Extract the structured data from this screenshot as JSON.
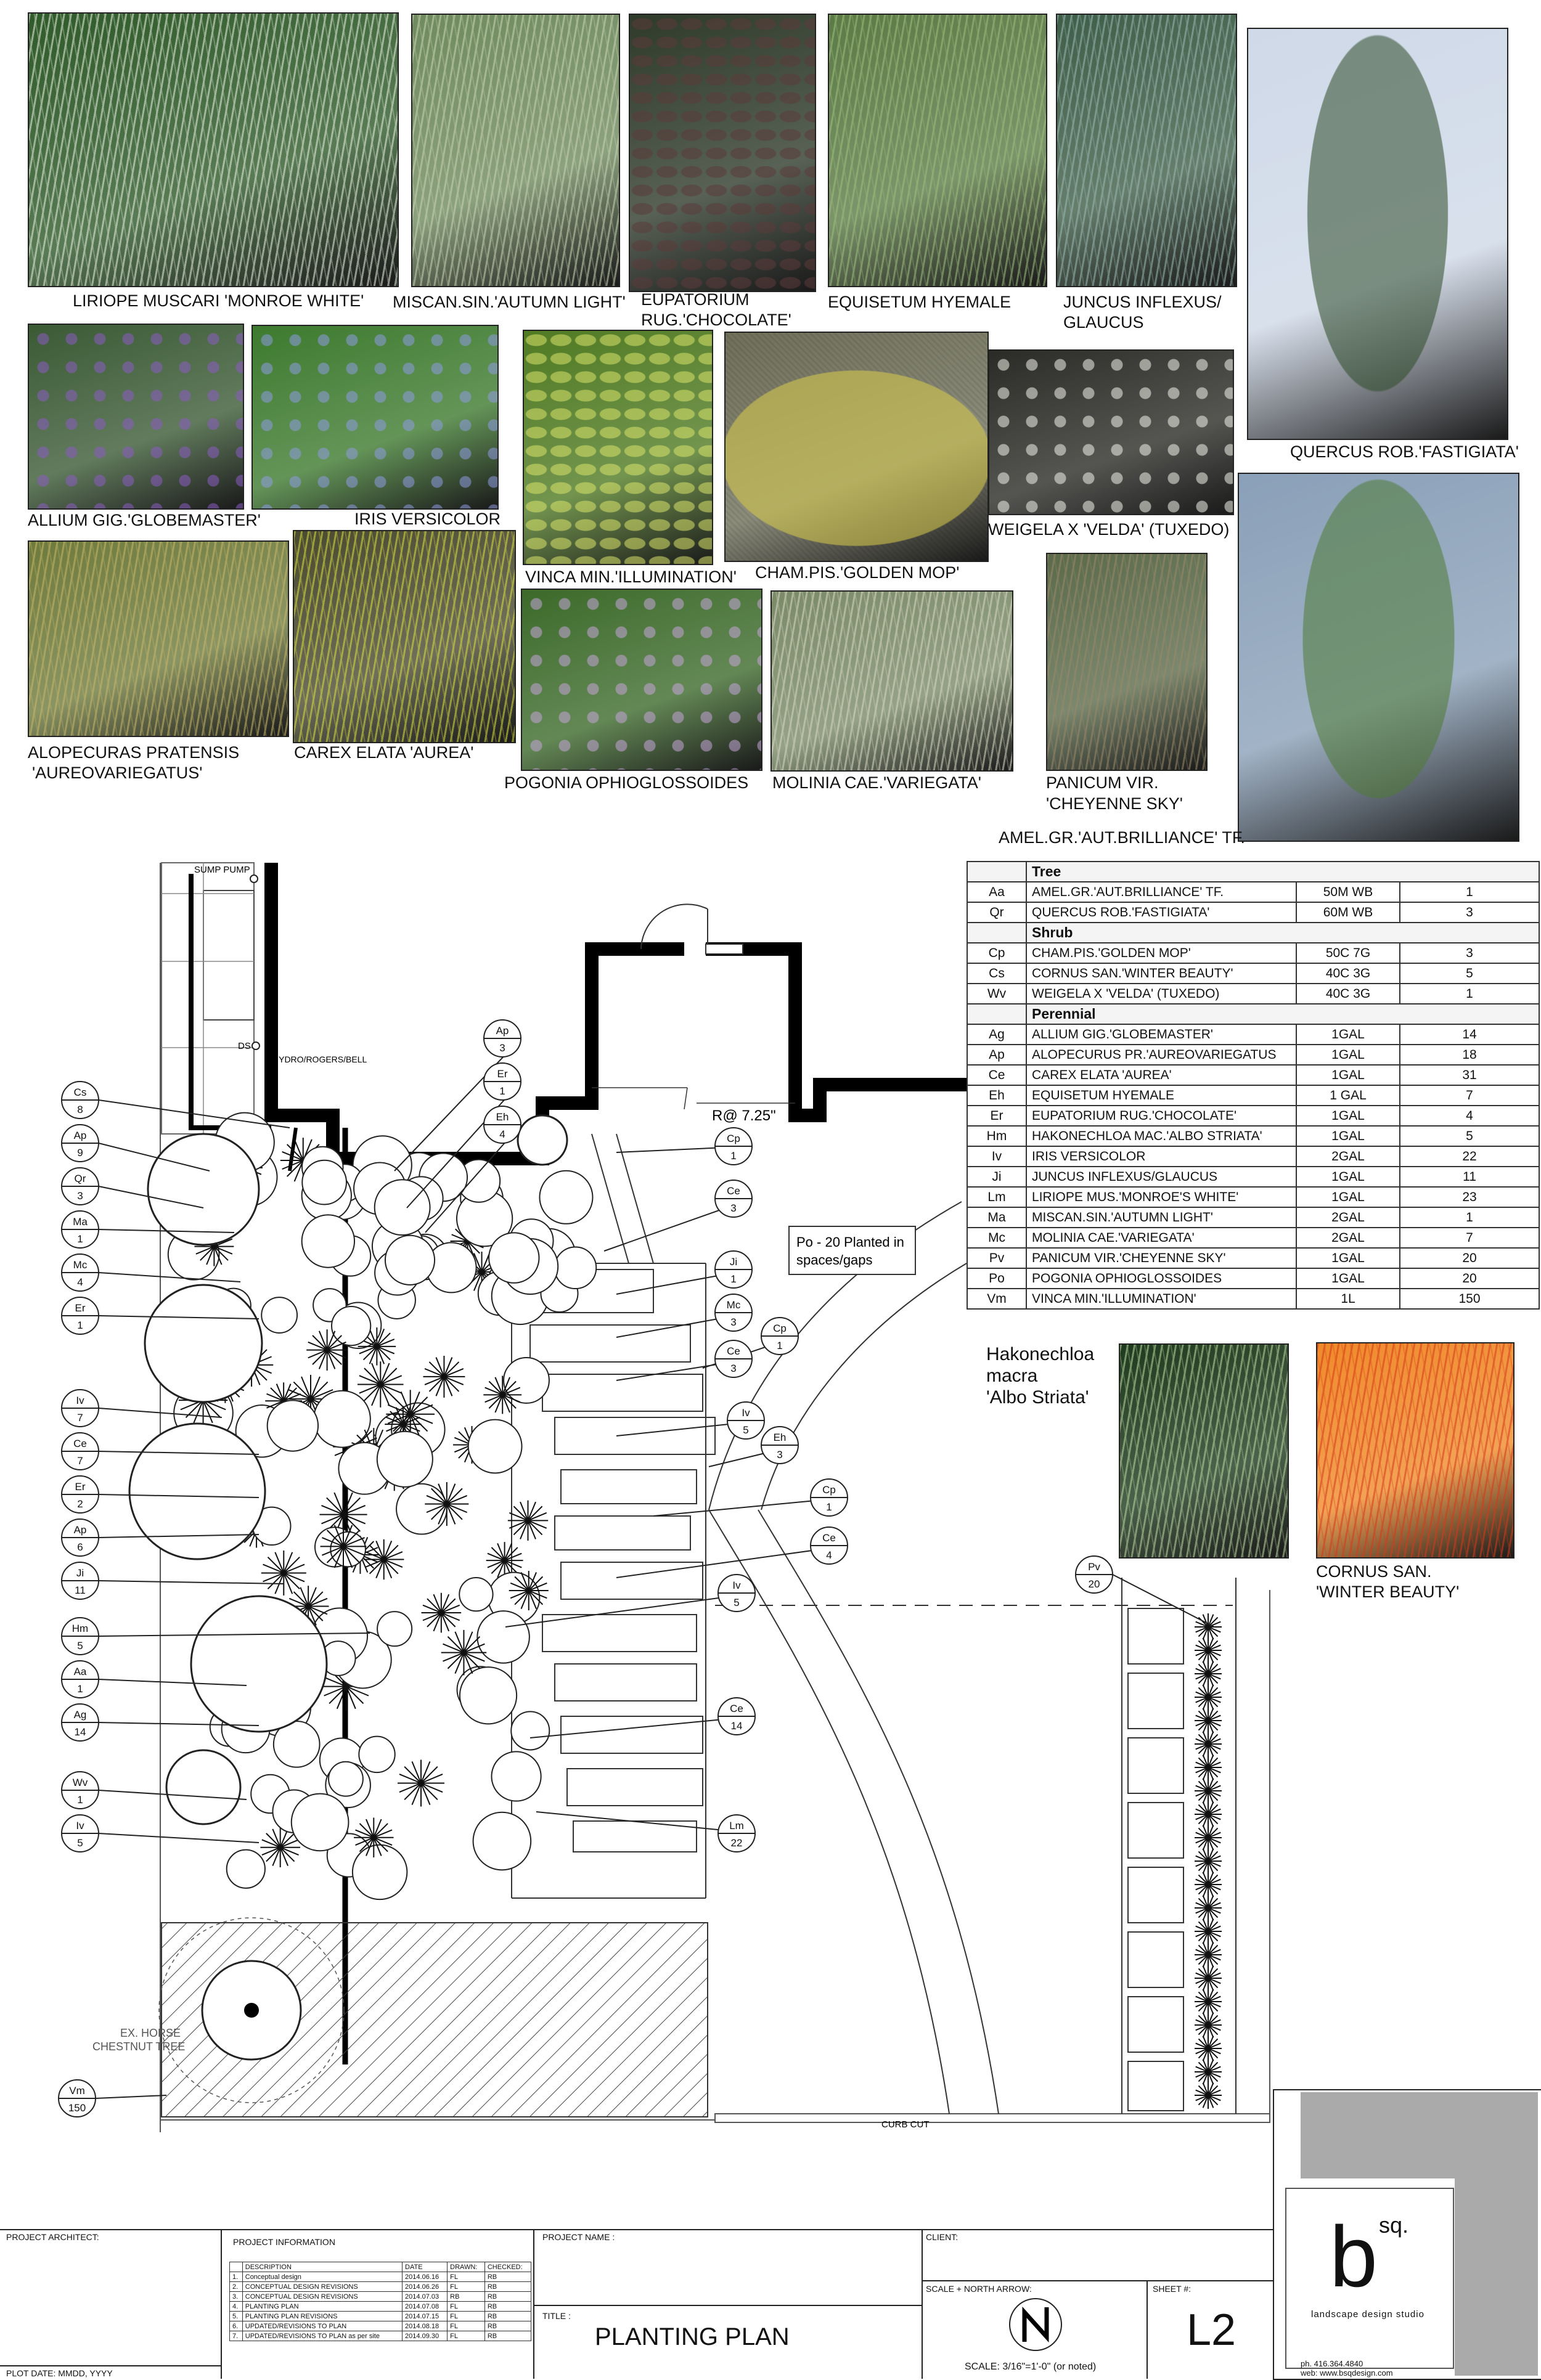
{
  "photos": [
    {
      "id": "liriope",
      "caption": "LIRIOPE MUSCARI 'MONROE WHITE'",
      "bg": "#2f5a2a",
      "fg": "#e8f0e0"
    },
    {
      "id": "miscanthus",
      "caption": "MISCAN.SIN.'AUTUMN LIGHT'",
      "bg": "#6f8a5e",
      "fg": "#c9d4b5"
    },
    {
      "id": "eupatorium",
      "caption_lines": [
        "EUPATORIUM",
        "RUG.'CHOCOLATE'"
      ],
      "bg": "#2e3a2a",
      "fg": "#5b3a3a"
    },
    {
      "id": "equisetum",
      "caption": "EQUISETUM HYEMALE",
      "bg": "#5b7a45",
      "fg": "#9fbf7f"
    },
    {
      "id": "juncus",
      "caption_lines": [
        "JUNCUS INFLEXUS/",
        "GLAUCUS"
      ],
      "bg": "#3f5e48",
      "fg": "#9bb9b4"
    },
    {
      "id": "quercus",
      "caption": "QUERCUS ROB.'FASTIGIATA'",
      "bg": "#cfd9e8",
      "fg": "#2d4a28"
    },
    {
      "id": "allium",
      "caption": "ALLIUM GIG.'GLOBEMASTER'",
      "bg": "#3a5a34",
      "fg": "#8a5bc2"
    },
    {
      "id": "iris",
      "caption": "IRIS VERSICOLOR",
      "bg": "#3d7a2e",
      "fg": "#8d9ae0"
    },
    {
      "id": "vinca",
      "caption": "VINCA MIN.'ILLUMINATION'",
      "bg": "#4f7a22",
      "fg": "#d9e36a"
    },
    {
      "id": "chamaecyparis",
      "caption": "CHAM.PIS.'GOLDEN MOP'",
      "bg": "#6f6f5a",
      "fg": "#d8cc4a"
    },
    {
      "id": "weigela",
      "caption": "WEIGELA X 'VELDA' (TUXEDO)",
      "bg": "#2a2a26",
      "fg": "#f2f2ea"
    },
    {
      "id": "amelanchier",
      "caption": "AMEL.GR.'AUT.BRILLIANCE' TF.",
      "bg": "#8aa0b8",
      "fg": "#4e7a34"
    },
    {
      "id": "alopecurus",
      "caption_lines": [
        "ALOPECURAS PRATENSIS",
        "'AUREOVARIEGATUS'"
      ],
      "bg": "#6e7a3c",
      "fg": "#c8b86a"
    },
    {
      "id": "carex",
      "caption": "CAREX ELATA 'AUREA'",
      "bg": "#4a4a30",
      "fg": "#d8e040"
    },
    {
      "id": "pogonia",
      "caption": "POGONIA OPHIOGLOSSOIDES",
      "bg": "#3c6a2a",
      "fg": "#c4a4d8"
    },
    {
      "id": "molinia",
      "caption": "MOLINIA CAE.'VARIEGATA'",
      "bg": "#7a8a68",
      "fg": "#d8d8c2"
    },
    {
      "id": "panicum",
      "caption_lines": [
        "PANICUM VIR.",
        "'CHEYENNE SKY'"
      ],
      "bg": "#5a6a4a",
      "fg": "#9a8a6a"
    },
    {
      "id": "hakonechloa",
      "caption_lines": [
        "Hakonechloa",
        "macra",
        "'Albo Striata'"
      ],
      "bg": "#1e3a1e",
      "fg": "#bcd8a0"
    },
    {
      "id": "cornus",
      "caption_lines": [
        "CORNUS SAN.",
        "'WINTER BEAUTY'"
      ],
      "bg": "#f08a2a",
      "fg": "#d63a1a"
    }
  ],
  "schedule": {
    "sections": [
      {
        "title": "Tree",
        "rows": [
          {
            "code": "Aa",
            "name": "AMEL.GR.'AUT.BRILLIANCE' TF.",
            "size": "50M WB",
            "qty": "1"
          },
          {
            "code": "Qr",
            "name": "QUERCUS ROB.'FASTIGIATA'",
            "size": "60M WB",
            "qty": "3"
          }
        ]
      },
      {
        "title": "Shrub",
        "rows": [
          {
            "code": "Cp",
            "name": "CHAM.PIS.'GOLDEN MOP'",
            "size": "50C 7G",
            "qty": "3"
          },
          {
            "code": "Cs",
            "name": "CORNUS SAN.'WINTER BEAUTY'",
            "size": "40C 3G",
            "qty": "5"
          },
          {
            "code": "Wv",
            "name": "WEIGELA X 'VELDA' (TUXEDO)",
            "size": "40C 3G",
            "qty": "1"
          }
        ]
      },
      {
        "title": "Perennial",
        "rows": [
          {
            "code": "Ag",
            "name": "ALLIUM GIG.'GLOBEMASTER'",
            "size": "1GAL",
            "qty": "14"
          },
          {
            "code": "Ap",
            "name": "ALOPECURUS PR.'AUREOVARIEGATUS",
            "size": "1GAL",
            "qty": "18"
          },
          {
            "code": "Ce",
            "name": "CAREX ELATA 'AUREA'",
            "size": "1GAL",
            "qty": "31"
          },
          {
            "code": "Eh",
            "name": "EQUISETUM HYEMALE",
            "size": "1 GAL",
            "qty": "7"
          },
          {
            "code": "Er",
            "name": "EUPATORIUM RUG.'CHOCOLATE'",
            "size": "1GAL",
            "qty": "4"
          },
          {
            "code": "Hm",
            "name": "HAKONECHLOA MAC.'ALBO STRIATA'",
            "size": "1GAL",
            "qty": "5"
          },
          {
            "code": "Iv",
            "name": "IRIS VERSICOLOR",
            "size": "2GAL",
            "qty": "22"
          },
          {
            "code": "Ji",
            "name": "JUNCUS INFLEXUS/GLAUCUS",
            "size": "1GAL",
            "qty": "11"
          },
          {
            "code": "Lm",
            "name": "LIRIOPE MUS.'MONROE'S WHITE'",
            "size": "1GAL",
            "qty": "23"
          },
          {
            "code": "Ma",
            "name": "MISCAN.SIN.'AUTUMN LIGHT'",
            "size": "2GAL",
            "qty": "1"
          },
          {
            "code": "Mc",
            "name": "MOLINIA CAE.'VARIEGATA'",
            "size": "2GAL",
            "qty": "7"
          },
          {
            "code": "Pv",
            "name": "PANICUM VIR.'CHEYENNE SKY'",
            "size": "1GAL",
            "qty": "20"
          },
          {
            "code": "Po",
            "name": "POGONIA OPHIOGLOSSOIDES",
            "size": "1GAL",
            "qty": "20"
          },
          {
            "code": "Vm",
            "name": "VINCA MIN.'ILLUMINATION'",
            "size": "1L",
            "qty": "150"
          }
        ]
      }
    ]
  },
  "plan": {
    "labels": {
      "sump_pump": "SUMP PUMP",
      "ds": "DS",
      "hydro": "HYDRO/ROGERS/BELL",
      "radius": "R@ 7.25\"",
      "note_lines": [
        "Po - 20 Planted in",
        "spaces/gaps"
      ],
      "tree_lines": [
        "EX. HORSE",
        "CHESTNUT TREE"
      ],
      "curb": "CURB CUT"
    },
    "tags": [
      {
        "code": "Cs",
        "qty": "8"
      },
      {
        "code": "Ap",
        "qty": "9"
      },
      {
        "code": "Qr",
        "qty": "3"
      },
      {
        "code": "Ma",
        "qty": "1"
      },
      {
        "code": "Mc",
        "qty": "4"
      },
      {
        "code": "Er",
        "qty": "1"
      },
      {
        "code": "Iv",
        "qty": "7"
      },
      {
        "code": "Ce",
        "qty": "7"
      },
      {
        "code": "Er",
        "qty": "2"
      },
      {
        "code": "Ap",
        "qty": "6"
      },
      {
        "code": "Ji",
        "qty": "11"
      },
      {
        "code": "Hm",
        "qty": "5"
      },
      {
        "code": "Aa",
        "qty": "1"
      },
      {
        "code": "Ag",
        "qty": "14"
      },
      {
        "code": "Wv",
        "qty": "1"
      },
      {
        "code": "Iv",
        "qty": "5"
      },
      {
        "code": "Vm",
        "qty": "150"
      },
      {
        "code": "Ap",
        "qty": "3"
      },
      {
        "code": "Er",
        "qty": "1"
      },
      {
        "code": "Eh",
        "qty": "4"
      },
      {
        "code": "Cp",
        "qty": "1"
      },
      {
        "code": "Ce",
        "qty": "3"
      },
      {
        "code": "Ji",
        "qty": "1"
      },
      {
        "code": "Mc",
        "qty": "3"
      },
      {
        "code": "Cp",
        "qty": "1"
      },
      {
        "code": "Ce",
        "qty": "3"
      },
      {
        "code": "Iv",
        "qty": "5"
      },
      {
        "code": "Eh",
        "qty": "3"
      },
      {
        "code": "Cp",
        "qty": "1"
      },
      {
        "code": "Ce",
        "qty": "4"
      },
      {
        "code": "Iv",
        "qty": "5"
      },
      {
        "code": "Ce",
        "qty": "14"
      },
      {
        "code": "Lm",
        "qty": "22"
      },
      {
        "code": "Pv",
        "qty": "20"
      }
    ]
  },
  "titleblock": {
    "project_architect": "PROJECT ARCHITECT:",
    "plot_date": "PLOT DATE: MMDD, YYYY",
    "project_info": "PROJECT INFORMATION",
    "rev_headers": [
      "",
      "DESCRIPTION",
      "DATE",
      "DRAWN:",
      "CHECKED:"
    ],
    "revisions": [
      [
        "1.",
        "Conceptual design",
        "2014.06.16",
        "FL",
        "RB"
      ],
      [
        "2.",
        "CONCEPTUAL DESIGN REVISIONS",
        "2014.06.26",
        "FL",
        "RB"
      ],
      [
        "3.",
        "CONCEPTUAL DESIGN REVISIONS",
        "2014.07.03",
        "RB",
        "RB"
      ],
      [
        "4.",
        "PLANTING PLAN",
        "2014.07.08",
        "FL",
        "RB"
      ],
      [
        "5.",
        "PLANTING PLAN REVISIONS",
        "2014.07.15",
        "FL",
        "RB"
      ],
      [
        "6.",
        "UPDATED/REVISIONS TO PLAN",
        "2014.08.18",
        "FL",
        "RB"
      ],
      [
        "7.",
        "UPDATED/REVISIONS TO PLAN as per site",
        "2014.09.30",
        "FL",
        "RB"
      ]
    ],
    "project_name": "PROJECT NAME :",
    "title_label": "TITLE :",
    "title": "PLANTING PLAN",
    "client": "CLIENT:",
    "scale_label": "SCALE + NORTH ARROW:",
    "scale": "SCALE: 3/16\"=1'-0\" (or noted)",
    "sheet_label": "SHEET #:",
    "sheet": "L2",
    "logo_b": "b",
    "logo_sq": "sq.",
    "logo_tag": "landscape design studio",
    "phone": "ph. 416.364.4840",
    "web": "web: www.bsqdesign.com"
  }
}
